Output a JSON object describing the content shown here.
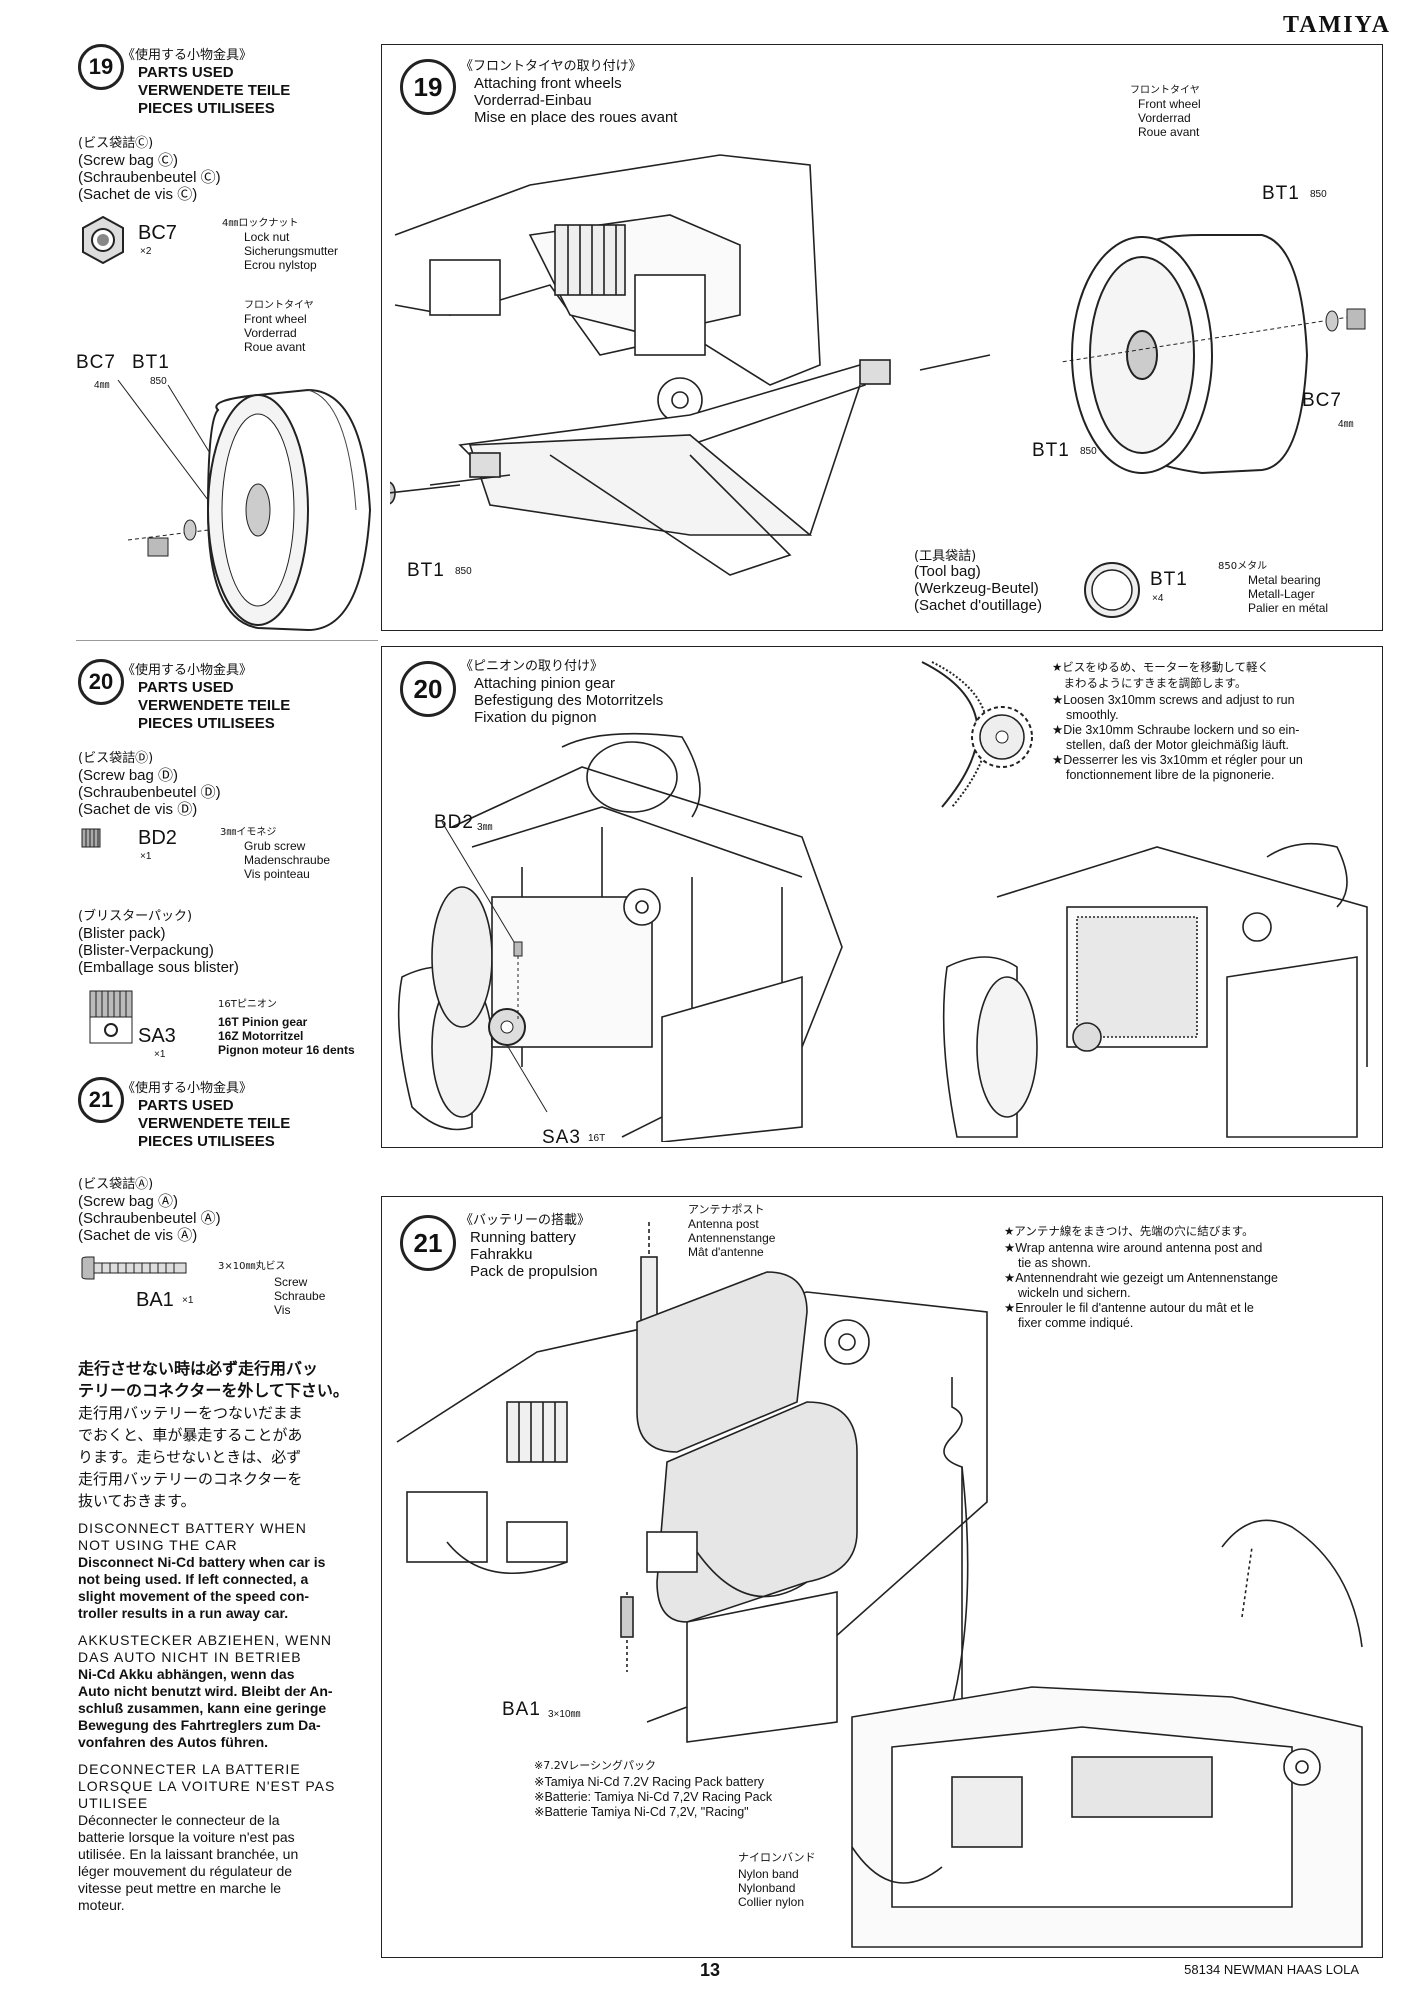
{
  "header": {
    "brand": "TAMIYA"
  },
  "left": {
    "step19": {
      "num": "19",
      "jp": "《使用する小物金具》",
      "parts_en": "PARTS USED",
      "parts_de": "VERWENDETE TEILE",
      "parts_fr": "PIECES UTILISEES",
      "bag_jp": "(ビス袋詰Ⓒ)",
      "bag_en": "(Screw bag Ⓒ)",
      "bag_de": "(Schraubenbeutel Ⓒ)",
      "bag_fr": "(Sachet de vis Ⓒ)",
      "bc7_code": "BC7",
      "bc7_qty": "×2",
      "bc7_jp": "4㎜ロックナット",
      "bc7_en": "Lock nut",
      "bc7_de": "Sicherungsmutter",
      "bc7_fr": "Ecrou nylstop",
      "wheel_jp": "フロントタイヤ",
      "wheel_en": "Front wheel",
      "wheel_de": "Vorderrad",
      "wheel_fr": "Roue avant",
      "lbl_bc7": "BC7",
      "lbl_bc7_size": "4㎜",
      "lbl_bt1": "BT1",
      "lbl_bt1_size": "850"
    },
    "step20": {
      "num": "20",
      "jp": "《使用する小物金具》",
      "parts_en": "PARTS USED",
      "parts_de": "VERWENDETE TEILE",
      "parts_fr": "PIECES UTILISEES",
      "bag_jp": "(ビス袋詰Ⓓ)",
      "bag_en": "(Screw bag Ⓓ)",
      "bag_de": "(Schraubenbeutel Ⓓ)",
      "bag_fr": "(Sachet de vis Ⓓ)",
      "bd2_code": "BD2",
      "bd2_qty": "×1",
      "bd2_jp": "3㎜イモネジ",
      "bd2_en": "Grub screw",
      "bd2_de": "Madenschraube",
      "bd2_fr": "Vis pointeau",
      "blister_jp": "(ブリスターパック)",
      "blister_en": "(Blister pack)",
      "blister_de": "(Blister-Verpackung)",
      "blister_fr": "(Emballage sous blister)",
      "sa3_code": "SA3",
      "sa3_qty": "×1",
      "sa3_jp": "16Tピニオン",
      "sa3_en": "16T Pinion gear",
      "sa3_de": "16Z Motorritzel",
      "sa3_fr": "Pignon moteur 16 dents"
    },
    "step21": {
      "num": "21",
      "jp": "《使用する小物金具》",
      "parts_en": "PARTS USED",
      "parts_de": "VERWENDETE TEILE",
      "parts_fr": "PIECES UTILISEES",
      "bag_jp": "(ビス袋詰Ⓐ)",
      "bag_en": "(Screw bag Ⓐ)",
      "bag_de": "(Schraubenbeutel Ⓐ)",
      "bag_fr": "(Sachet de vis Ⓐ)",
      "ba1_jp": "3×10㎜丸ビス",
      "ba1_code": "BA1",
      "ba1_qty": "×1",
      "ba1_en": "Screw",
      "ba1_de": "Schraube",
      "ba1_fr": "Vis"
    },
    "warning": {
      "jp_bold_1": "走行させない時は必ず走行用バッ",
      "jp_bold_2": "テリーのコネクターを外して下さい。",
      "jp_1": "走行用バッテリーをつないだまま",
      "jp_2": "でおくと、車が暴走することがあ",
      "jp_3": "ります。走らせないときは、必ず",
      "jp_4": "走行用バッテリーのコネクターを",
      "jp_5": "抜いておきます。",
      "en_head_1": "DISCONNECT BATTERY WHEN",
      "en_head_2": "NOT USING THE CAR",
      "en_1": "Disconnect Ni-Cd battery when car is",
      "en_2": "not being used. If left connected, a",
      "en_3": "slight movement of the speed con-",
      "en_4": "troller results in a run away car.",
      "de_head_1": "AKKUSTECKER ABZIEHEN, WENN",
      "de_head_2": "DAS AUTO NICHT IN BETRIEB",
      "de_1": "Ni-Cd Akku abhängen, wenn das",
      "de_2": "Auto nicht benutzt wird. Bleibt der An-",
      "de_3": "schluß zusammen, kann eine geringe",
      "de_4": "Bewegung des Fahrtreglers zum Da-",
      "de_5": "vonfahren des Autos führen.",
      "fr_head_1": "DECONNECTER LA BATTERIE",
      "fr_head_2": "LORSQUE LA VOITURE N'EST PAS",
      "fr_head_3": "UTILISEE",
      "fr_1": "Déconnecter le connecteur de la",
      "fr_2": "batterie lorsque la voiture n'est pas",
      "fr_3": "utilisée. En la laissant branchée, un",
      "fr_4": "léger mouvement du régulateur de",
      "fr_5": "vitesse peut mettre en marche le",
      "fr_6": "moteur."
    }
  },
  "panel19": {
    "num": "19",
    "jp": "《フロントタイヤの取り付け》",
    "en": "Attaching front wheels",
    "de": "Vorderrad-Einbau",
    "fr": "Mise en place des roues avant",
    "wheel_jp": "フロントタイヤ",
    "wheel_en": "Front wheel",
    "wheel_de": "Vorderrad",
    "wheel_fr": "Roue avant",
    "bt1_a": "BT1",
    "bt1_a_size": "850",
    "bc7": "BC7",
    "bc7_size": "4㎜",
    "bt1_b": "BT1",
    "bt1_b_size": "850",
    "bt1_c": "BT1",
    "bt1_c_size": "850",
    "tool_jp": "(工具袋詰)",
    "tool_en": "(Tool bag)",
    "tool_de": "(Werkzeug-Beutel)",
    "tool_fr": "(Sachet d'outillage)",
    "bearing_code": "BT1",
    "bearing_qty": "×4",
    "bearing_jp": "850メタル",
    "bearing_en": "Metal bearing",
    "bearing_de": "Metall-Lager",
    "bearing_fr": "Palier en métal"
  },
  "panel20": {
    "num": "20",
    "jp": "《ピニオンの取り付け》",
    "en": "Attaching pinion gear",
    "de": "Befestigung des Motorritzels",
    "fr": "Fixation du pignon",
    "bd2": "BD2",
    "bd2_size": "3㎜",
    "sa3": "SA3",
    "sa3_size": "16T",
    "note_jp_1": "★ビスをゆるめ、モーターを移動して軽く",
    "note_jp_2": "　まわるようにすきまを調節します。",
    "note_en_1": "★Loosen 3x10mm screws and adjust to run",
    "note_en_2": "smoothly.",
    "note_de_1": "★Die 3x10mm Schraube lockern und so ein-",
    "note_de_2": "stellen, daß der Motor gleichmäßig läuft.",
    "note_fr_1": "★Desserrer les vis 3x10mm et régler pour un",
    "note_fr_2": "fonctionnement libre de la pignonerie."
  },
  "panel21": {
    "num": "21",
    "jp": "《バッテリーの搭載》",
    "en": "Running battery",
    "de": "Fahrakku",
    "fr": "Pack de propulsion",
    "antenna_jp": "アンテナポスト",
    "antenna_en": "Antenna post",
    "antenna_de": "Antennenstange",
    "antenna_fr": "Mât d'antenne",
    "note_jp": "★アンテナ線をまきつけ、先端の穴に結びます。",
    "note_en_1": "★Wrap antenna wire around antenna post and",
    "note_en_2": "tie as shown.",
    "note_de_1": "★Antennendraht wie gezeigt um Antennenstange",
    "note_de_2": "wickeln und sichern.",
    "note_fr_1": "★Enrouler le fil d'antenne autour du mât et le",
    "note_fr_2": "fixer comme indiqué.",
    "ba1": "BA1",
    "ba1_size": "3×10㎜",
    "pack_jp": "※7.2Vレーシングパック",
    "pack_en": "※Tamiya Ni-Cd 7.2V Racing Pack battery",
    "pack_de": "※Batterie: Tamiya Ni-Cd 7,2V Racing Pack",
    "pack_fr": "※Batterie Tamiya Ni-Cd 7,2V, \"Racing\"",
    "band_jp": "ナイロンバンド",
    "band_en": "Nylon band",
    "band_de": "Nylonband",
    "band_fr": "Collier nylon"
  },
  "footer": {
    "page": "13",
    "model": "58134 NEWMAN HAAS LOLA"
  }
}
